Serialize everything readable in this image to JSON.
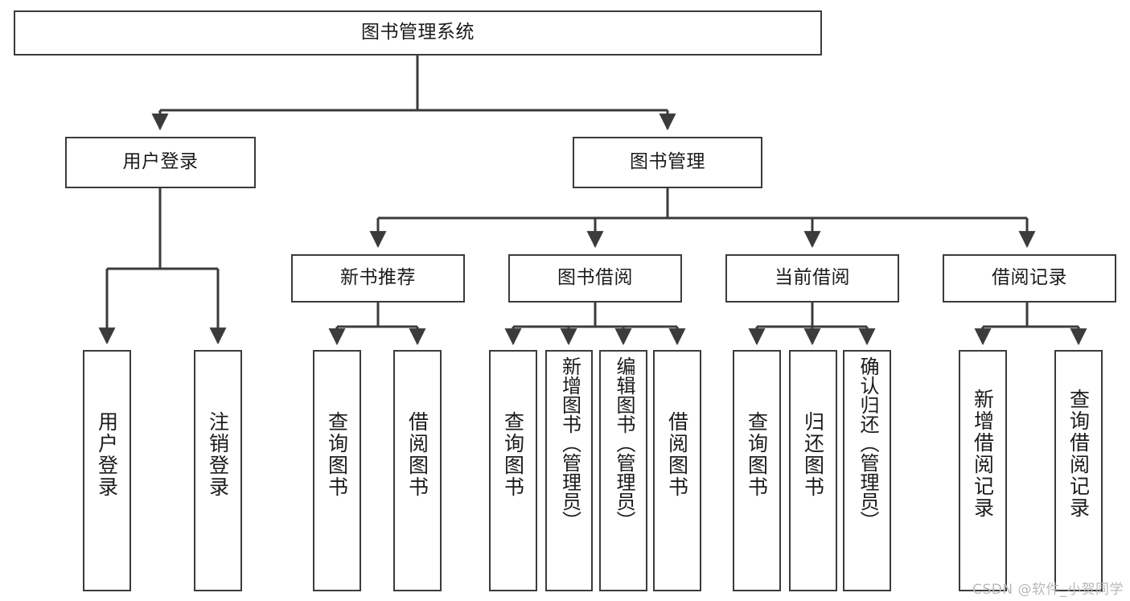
{
  "diagram": {
    "title": "图书管理系统",
    "type": "tree",
    "watermark": "CSDN @软件_小贺同学",
    "colors": {
      "background": "#ffffff",
      "box_stroke": "#3b3b3b",
      "box_fill": "#ffffff",
      "text": "#1b1b1b",
      "edge": "#3b3b3b",
      "watermark": "#b9b9b9"
    },
    "root": {
      "label": "图书管理系统"
    },
    "level1": [
      {
        "label": "用户登录"
      },
      {
        "label": "图书管理"
      }
    ],
    "level2": [
      {
        "label": "新书推荐"
      },
      {
        "label": "图书借阅"
      },
      {
        "label": "当前借阅"
      },
      {
        "label": "借阅记录"
      }
    ],
    "leaves": {
      "user_login": [
        {
          "label": "用户登录"
        },
        {
          "label": "注销登录"
        }
      ],
      "new_book_recommend": [
        {
          "label": "查询图书"
        },
        {
          "label": "借阅图书"
        }
      ],
      "book_borrow": [
        {
          "label": "查询图书"
        },
        {
          "label": "新增图书（管理员）"
        },
        {
          "label": "编辑图书（管理员）"
        },
        {
          "label": "借阅图书"
        }
      ],
      "current_borrow": [
        {
          "label": "查询图书"
        },
        {
          "label": "归还图书"
        },
        {
          "label": "确认归还（管理员）"
        }
      ],
      "borrow_record": [
        {
          "label": "新增借阅记录"
        },
        {
          "label": "查询借阅记录"
        }
      ]
    }
  }
}
